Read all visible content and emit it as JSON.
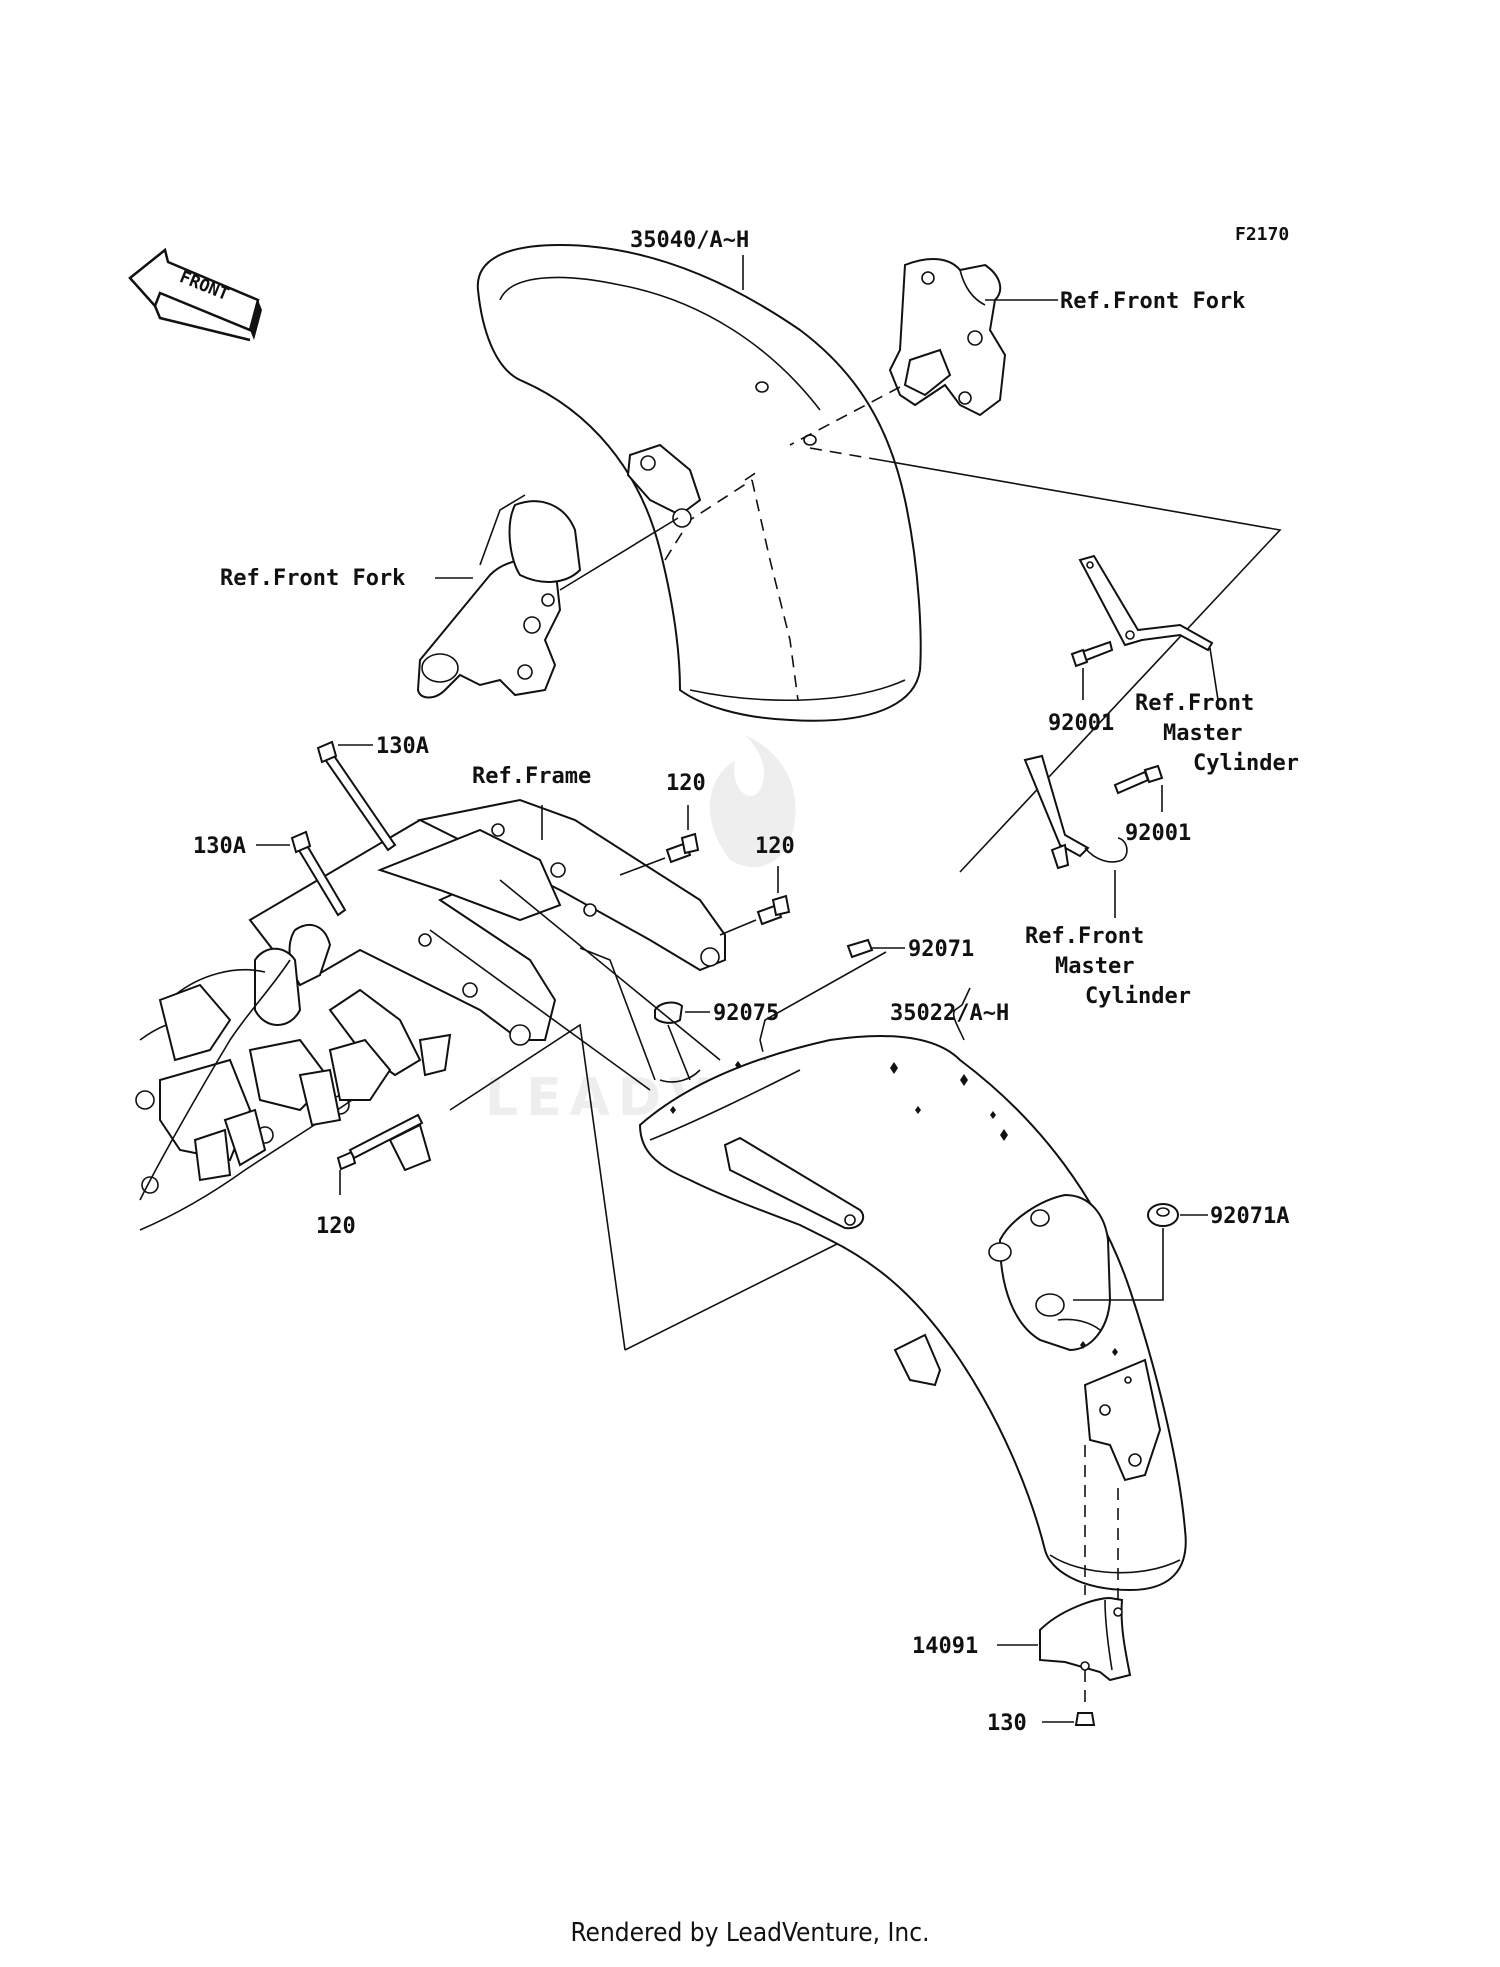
{
  "diagram": {
    "figure_code": "F2170",
    "front_arrow_label": "FRONT",
    "watermark": "LEADVENTURE",
    "footer": "Rendered by LeadVenture, Inc.",
    "labels": {
      "front_fender": "35040/A~H",
      "ref_front_fork_top": "Ref.Front Fork",
      "ref_front_fork_left": "Ref.Front Fork",
      "bolt_92001_a": "92001",
      "ref_master_cyl_a_line1": "Ref.Front",
      "ref_master_cyl_a_line2": "Master",
      "ref_master_cyl_a_line3": "Cylinder",
      "bolt_92001_b": "92001",
      "ref_master_cyl_b_line1": "Ref.Front",
      "ref_master_cyl_b_line2": "Master",
      "ref_master_cyl_b_line3": "Cylinder",
      "bolt_130a_top": "130A",
      "ref_frame": "Ref.Frame",
      "bolt_130a_left": "130A",
      "bolt_120_a": "120",
      "bolt_120_b": "120",
      "grommet_92071": "92071",
      "grommet_92075": "92075",
      "rear_fender": "35022/A~H",
      "bolt_120_bottom": "120",
      "grommet_92071a": "92071A",
      "cover_14091": "14091",
      "bolt_130": "130"
    }
  }
}
